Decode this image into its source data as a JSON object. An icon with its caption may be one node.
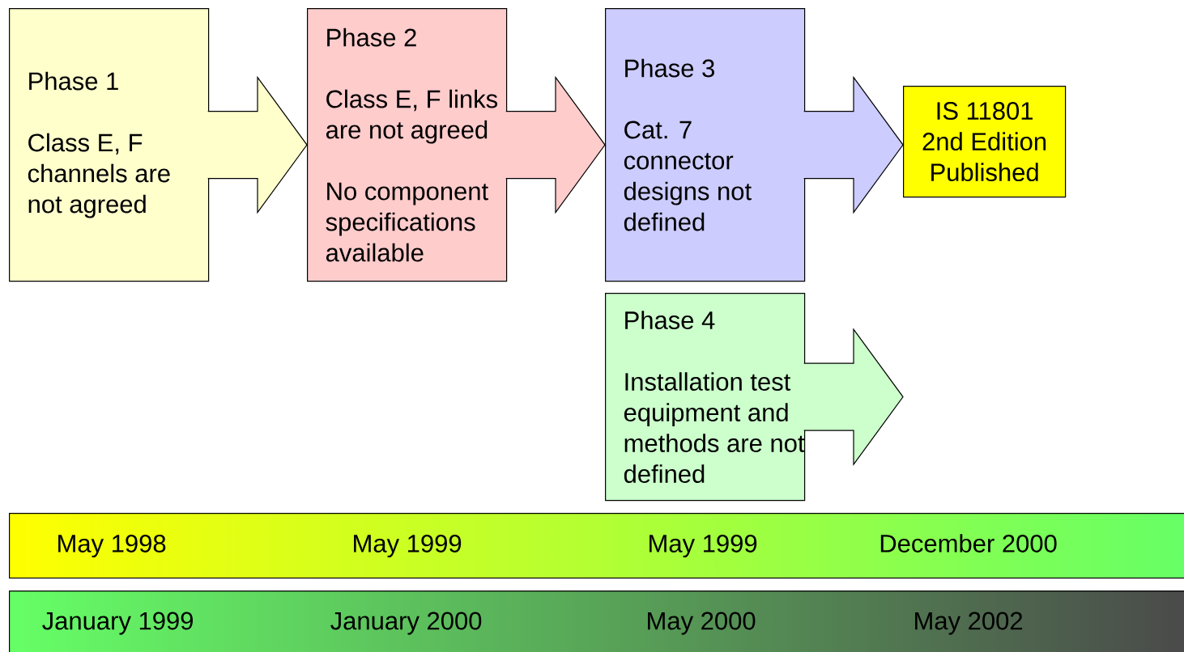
{
  "diagram": {
    "nodes": [
      {
        "text": [
          "Phase 1",
          "Class E, F channels are not agreed"
        ]
      },
      {
        "text": [
          "Phase 2",
          "Class E, F links are not agreed",
          "No component specifications available"
        ]
      },
      {
        "text": [
          "Phase 3",
          "Cat. 7 connector designs not defined"
        ]
      },
      {
        "text": [
          "IS 11801 2nd Edition Published"
        ]
      },
      {
        "text": [
          "Phase 4",
          "Installation test equipment and methods are not defined"
        ]
      },
      {
        "text": [
          "May 1998",
          "May 1999",
          "May 1999",
          "December 2000"
        ]
      },
      {
        "text": [
          "January 1999",
          "January 2000",
          "May 2000",
          "May 2002"
        ]
      }
    ],
    "edges": [
      {
        "from": 0,
        "to": 1,
        "arrow": "to"
      },
      {
        "from": 1,
        "to": 2,
        "arrow": "to"
      },
      {
        "from": 2,
        "to": 3,
        "arrow": "to"
      },
      {
        "from": 4,
        "to": null,
        "arrow": "to"
      }
    ]
  }
}
